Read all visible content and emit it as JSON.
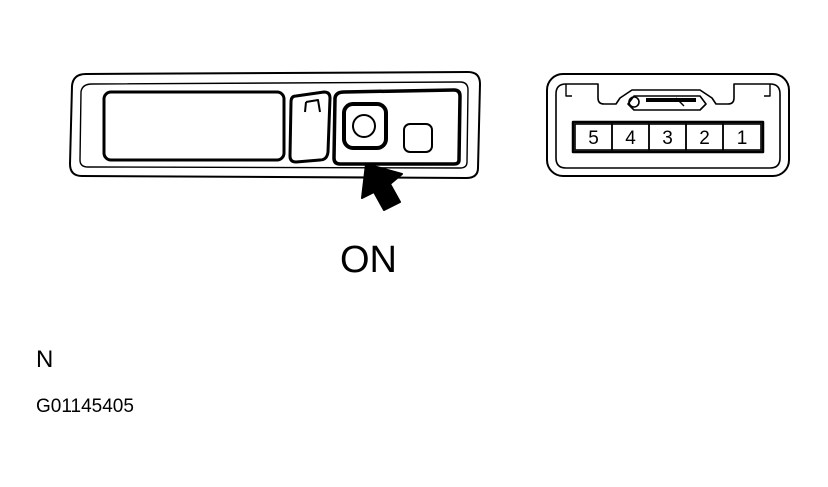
{
  "switch_label": "ON",
  "corner_letter": "N",
  "figure_id": "G01145405",
  "connector": {
    "pins": [
      "5",
      "4",
      "3",
      "2",
      "1"
    ]
  },
  "colors": {
    "ink": "#000000",
    "paper": "#ffffff"
  },
  "icons": [
    "arrow-pointer-icon",
    "push-button-icon"
  ]
}
